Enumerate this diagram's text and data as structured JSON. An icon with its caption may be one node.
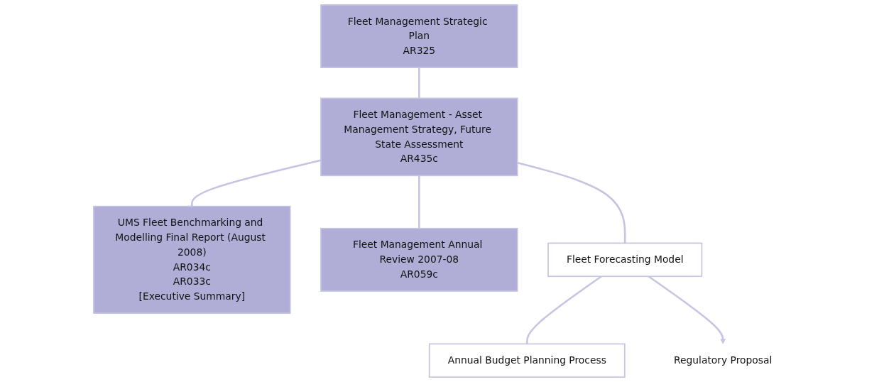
{
  "diagram": {
    "nodes": [
      {
        "text": [
          "Fleet Management Strategic Plan",
          "AR325"
        ]
      },
      {
        "text": [
          "UMS Fleet Benchmarking and Modelling Final Report (August 2008)",
          "AR034c",
          "AR033c",
          "[Executive Summary]"
        ]
      },
      {
        "text": [
          "Fleet Management - Asset Management Strategy, Future State Assessment",
          "AR435c"
        ]
      },
      {
        "text": [
          "Fleet Management Annual Review 2007-08",
          "AR059c"
        ]
      },
      {
        "text": [
          "Fleet Forecasting Model"
        ]
      },
      {
        "text": [
          "Annual Budget Planning Process"
        ]
      },
      {
        "text": [
          "Regulatory Proposal"
        ]
      }
    ],
    "edges": [
      {
        "from": 0,
        "to": 2,
        "arrow": "none"
      },
      {
        "from": 2,
        "to": 1,
        "arrow": "none"
      },
      {
        "from": 2,
        "to": 3,
        "arrow": "none"
      },
      {
        "from": 2,
        "to": 4,
        "arrow": "none"
      },
      {
        "from": 4,
        "to": 5,
        "arrow": "none"
      },
      {
        "from": 4,
        "to": 6,
        "arrow": "to"
      }
    ]
  }
}
